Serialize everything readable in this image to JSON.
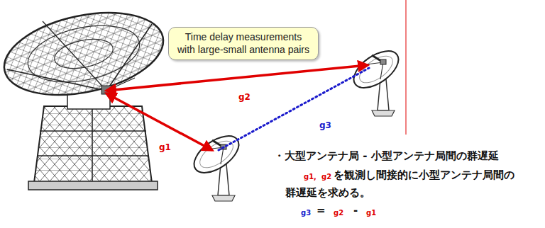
{
  "diagram": {
    "nodes": [
      {
        "text": [
          "Time delay measurements with large-small antenna pairs"
        ]
      }
    ],
    "labels": [
      "g2",
      "g3",
      "g1",
      "・大型アンテナ局 - 小型アンテナ局間の群遅延",
      "g1,",
      "g2",
      "を観測し間接的に小型アンテナ局間の",
      "群遅延を求める。",
      "g3",
      "=",
      "g2",
      "-",
      "g1"
    ]
  }
}
